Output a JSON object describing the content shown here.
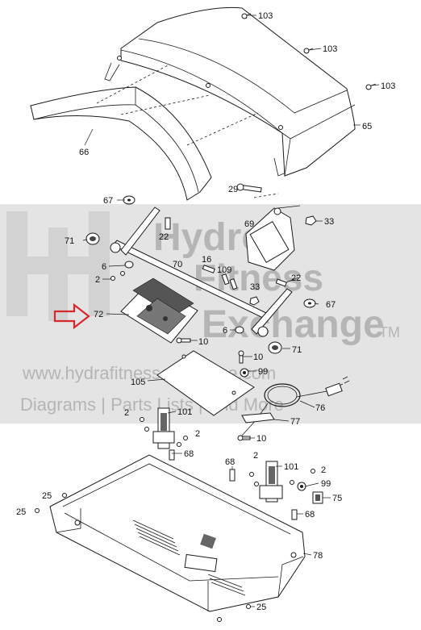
{
  "watermark": {
    "brand_line1": "Hydro",
    "brand_line2": "Fitness",
    "brand_line3": "Exchange",
    "trademark": "TM",
    "url": "www.hydrafitnessexchange.com",
    "tagline": "Diagrams | Parts Lists | And More"
  },
  "callouts": {
    "p103a": "103",
    "p103b": "103",
    "p103c": "103",
    "p65": "65",
    "p66": "66",
    "p29": "29",
    "p67a": "67",
    "p33a": "33",
    "p69": "69",
    "p22a": "22",
    "p71a": "71",
    "p70": "70",
    "p16": "16",
    "p6a": "6",
    "p109": "109",
    "p2a": "2",
    "p22b": "22",
    "p33b": "33",
    "p67b": "67",
    "p72": "72",
    "p6b": "6",
    "p10a": "10",
    "p71b": "71",
    "p10b": "10",
    "p99a": "99",
    "p105": "105",
    "p76": "76",
    "p2b": "2",
    "p101a": "101",
    "p77": "77",
    "p2c": "2",
    "p10c": "10",
    "p68a": "68",
    "p68b": "68",
    "p2d": "2",
    "p101b": "101",
    "p2e": "2",
    "p99b": "99",
    "p25a": "25",
    "p75": "75",
    "p25b": "25",
    "p68c": "68",
    "p78": "78",
    "p25c": "25"
  },
  "colors": {
    "arrow": "#d7282f",
    "watermark_band": "#e4e4e4",
    "line": "#1a1a1a"
  }
}
